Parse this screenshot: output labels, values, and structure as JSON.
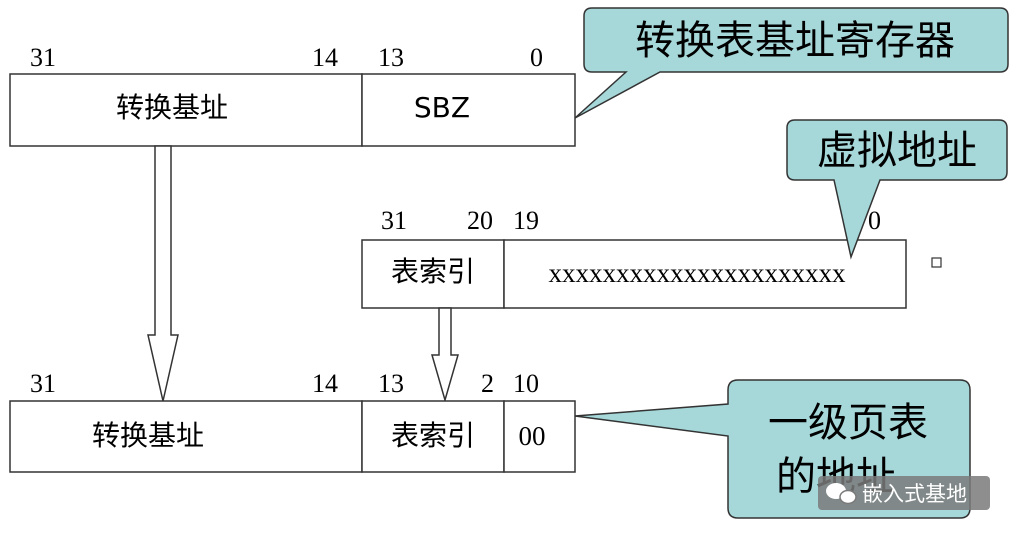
{
  "reg_base": {
    "bit_labels": [
      "31",
      "14",
      "13",
      "0"
    ],
    "field_base": "转换基址",
    "field_sbz": "SBZ",
    "callout": "转换表基址寄存器"
  },
  "virtual_addr": {
    "bit_labels": [
      "31",
      "20",
      "19",
      "0"
    ],
    "field_index": "表索引",
    "field_rest": "xxxxxxxxxxxxxxxxxxxxxx",
    "callout": "虚拟地址"
  },
  "l1_entry": {
    "bit_labels": [
      "31",
      "14",
      "13",
      "2",
      "10"
    ],
    "field_base": "转换基址",
    "field_index": "表索引",
    "field_low": "00",
    "callout_line1": "一级页表",
    "callout_line2": "的地址"
  },
  "watermark": "嵌入式基地",
  "colors": {
    "callout_fill": "#a6d8da",
    "stroke": "#333333",
    "watermark_bg": "#7a7a7a"
  }
}
